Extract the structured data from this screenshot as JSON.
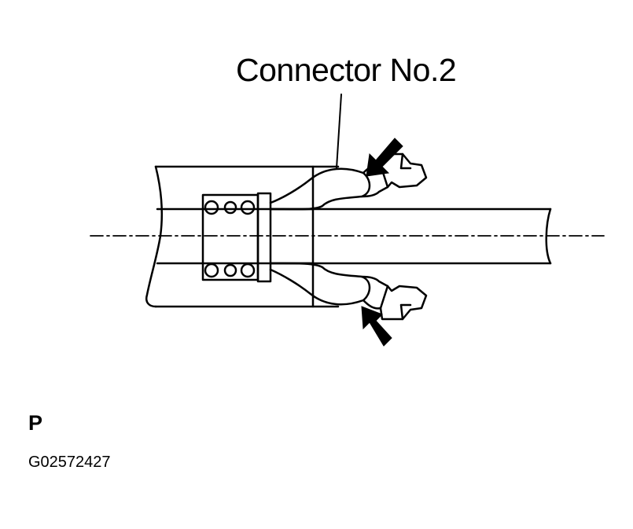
{
  "callout": {
    "label": "Connector No.2"
  },
  "view_letter": "P",
  "figure_code": "G02572427",
  "colors": {
    "ink": "#000000",
    "paper": "#ffffff"
  },
  "icons": {
    "squeeze_arrows": "arrow-icon"
  }
}
